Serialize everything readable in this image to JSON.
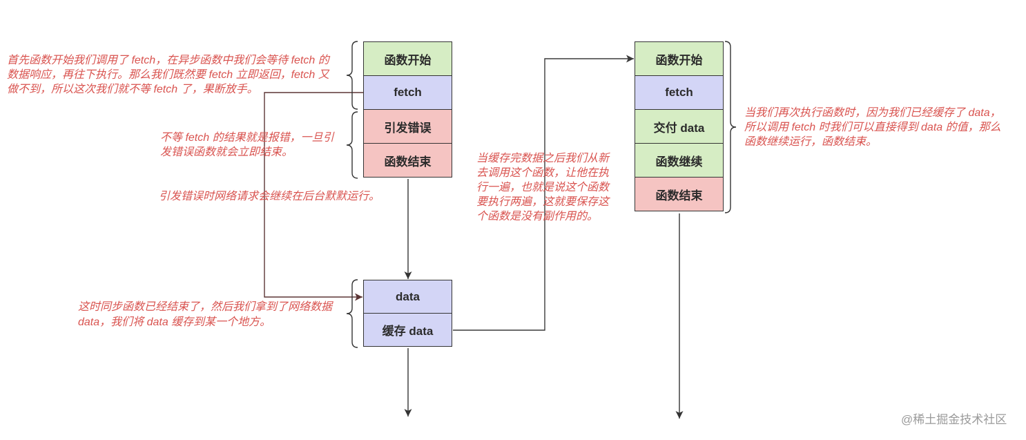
{
  "colors": {
    "box_stroke": "#333333",
    "arrow": "#333333",
    "connector_fetch": "#5b3535",
    "connector_cache": "#3a3a3a",
    "annotation_text": "#d9534f",
    "watermark": "#9a9a9a"
  },
  "left_stack": {
    "boxes": [
      {
        "label": "函数开始",
        "fill": "#d6edc4"
      },
      {
        "label": "fetch",
        "fill": "#d3d5f6"
      },
      {
        "label": "引发错误",
        "fill": "#f5c4c2"
      },
      {
        "label": "函数结束",
        "fill": "#f5c4c2"
      }
    ]
  },
  "data_stack": {
    "boxes": [
      {
        "label": "data",
        "fill": "#d3d5f6"
      },
      {
        "label": "缓存 data",
        "fill": "#d3d5f6"
      }
    ]
  },
  "right_stack": {
    "boxes": [
      {
        "label": "函数开始",
        "fill": "#d6edc4"
      },
      {
        "label": "fetch",
        "fill": "#d3d5f6"
      },
      {
        "label": "交付 data",
        "fill": "#d6edc4"
      },
      {
        "label": "函数继续",
        "fill": "#d6edc4"
      },
      {
        "label": "函数结束",
        "fill": "#f5c4c2"
      }
    ]
  },
  "annotations": {
    "await_fetch": {
      "lines": [
        "首先函数开始我们调用了 fetch，在异步函数中我们会等待 fetch 的",
        "数据响应，再往下执行。那么我们既然要 fetch 立即返回，fetch 又",
        "做不到，所以这次我们就不等 fetch 了，果断放手。"
      ]
    },
    "error_ends_function": {
      "lines": [
        "不等 fetch 的结果就是报错，一旦引",
        "发错误函数就会立即结束。"
      ]
    },
    "request_continues": {
      "lines": [
        "引发错误时网络请求会继续在后台默默运行。"
      ]
    },
    "data_cached": {
      "lines": [
        "这时同步函数已经结束了，然后我们拿到了网络数据",
        "data，我们将 data 缓存到某一个地方。"
      ]
    },
    "rerun_function": {
      "lines": [
        "当缓存完数据之后我们从新",
        "去调用这个函数，让他在执",
        "行一遍，也就是说这个函数",
        "要执行两遍，这就要保存这",
        "个函数是没有副作用的。"
      ]
    },
    "second_run": {
      "lines": [
        "当我们再次执行函数时，因为我们已经缓存了 data，",
        "所以调用 fetch 时我们可以直接得到 data 的值，那么",
        "函数继续运行，函数结束。"
      ]
    }
  },
  "watermark": "@稀土掘金技术社区"
}
